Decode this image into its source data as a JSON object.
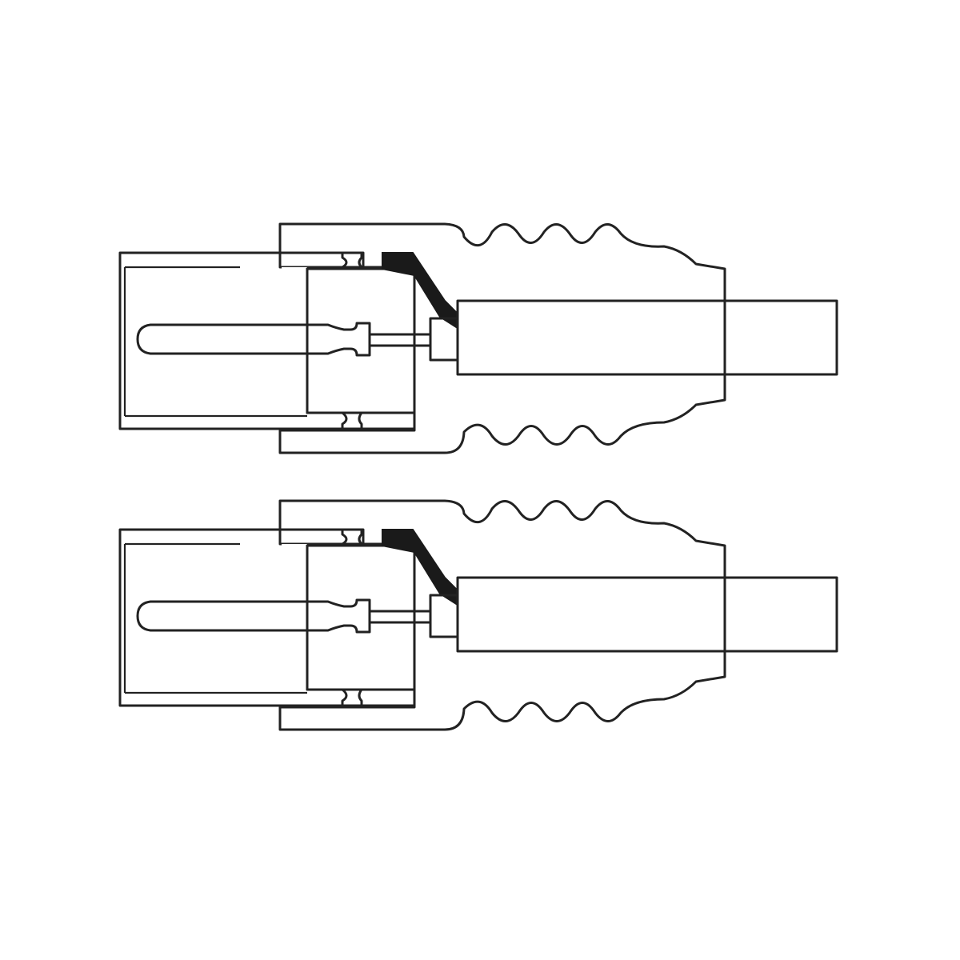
{
  "diagram": {
    "kind": "coaxial-plug-cross-section",
    "colors": {
      "background": "#ffffff",
      "outline": "#222222",
      "hatch": "#222222",
      "seal": "#1a1a1a"
    },
    "connectors": [
      {
        "id": "connector-1"
      },
      {
        "id": "connector-2"
      }
    ]
  }
}
